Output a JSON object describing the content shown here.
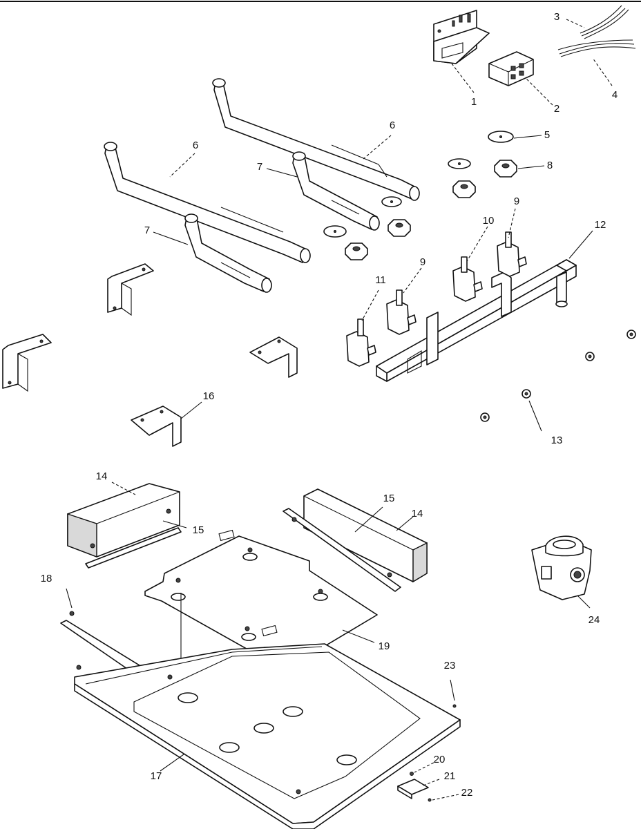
{
  "callouts": [
    {
      "id": "c1",
      "text": "1"
    },
    {
      "id": "c2",
      "text": "2"
    },
    {
      "id": "c3",
      "text": "3"
    },
    {
      "id": "c4",
      "text": "4"
    },
    {
      "id": "c5",
      "text": "5"
    },
    {
      "id": "c6a",
      "text": "6"
    },
    {
      "id": "c6b",
      "text": "6"
    },
    {
      "id": "c7a",
      "text": "7"
    },
    {
      "id": "c7b",
      "text": "7"
    },
    {
      "id": "c8",
      "text": "8"
    },
    {
      "id": "c9a",
      "text": "9"
    },
    {
      "id": "c9b",
      "text": "9"
    },
    {
      "id": "c10",
      "text": "10"
    },
    {
      "id": "c11",
      "text": "11"
    },
    {
      "id": "c12",
      "text": "12"
    },
    {
      "id": "c13",
      "text": "13"
    },
    {
      "id": "c14a",
      "text": "14"
    },
    {
      "id": "c14b",
      "text": "14"
    },
    {
      "id": "c15a",
      "text": "15"
    },
    {
      "id": "c15b",
      "text": "15"
    },
    {
      "id": "c16",
      "text": "16"
    },
    {
      "id": "c17",
      "text": "17"
    },
    {
      "id": "c18",
      "text": "18"
    },
    {
      "id": "c19",
      "text": "19"
    },
    {
      "id": "c20",
      "text": "20"
    },
    {
      "id": "c21",
      "text": "21"
    },
    {
      "id": "c22",
      "text": "22"
    },
    {
      "id": "c23",
      "text": "23"
    },
    {
      "id": "c24",
      "text": "24"
    }
  ]
}
